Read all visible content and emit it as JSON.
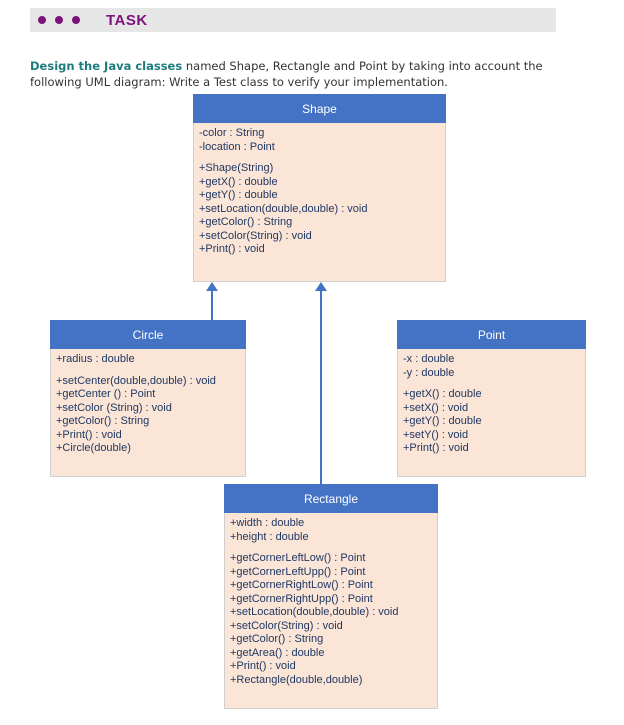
{
  "task_header": {
    "title": "TASK",
    "bullet_count": 3
  },
  "intro": {
    "highlight": "Design the Java classes",
    "text_after": " named Shape, Rectangle and Point by taking into account the following UML diagram: Write a Test class to verify your implementation."
  },
  "classes": [
    {
      "name": "Shape",
      "attributes": [
        "-color : String",
        "-location : Point"
      ],
      "methods": [
        "+Shape(String)",
        "+getX() : double",
        "+getY() : double",
        "+setLocation(double,double) : void",
        "+getColor() : String",
        "+setColor(String) : void",
        "+Print() : void"
      ]
    },
    {
      "name": "Circle",
      "attributes": [
        "+radius : double"
      ],
      "methods": [
        "+setCenter(double,double) : void",
        "+getCenter () : Point",
        "+setColor (String) : void",
        "+getColor() : String",
        "+Print() : void",
        "+Circle(double)"
      ]
    },
    {
      "name": "Point",
      "attributes": [
        "-x : double",
        "-y : double"
      ],
      "methods": [
        "+getX() : double",
        "+setX() : void",
        "+getY() : double",
        "+setY() : void",
        "+Print() : void"
      ]
    },
    {
      "name": "Rectangle",
      "attributes": [
        "+width : double",
        "+height : double"
      ],
      "methods": [
        "+getCornerLeftLow() : Point",
        "+getCornerLeftUpp() : Point",
        "+getCornerRightLow() : Point",
        "+getCornerRightUpp() : Point",
        "+setLocation(double,double) : void",
        "+setColor(String) : void",
        "+getColor() : String",
        "+getArea() : double",
        "+Print() : void",
        "+Rectangle(double,double)"
      ]
    }
  ],
  "relations": [
    {
      "from": "Circle",
      "to": "Shape",
      "type": "inheritance"
    },
    {
      "from": "Rectangle",
      "to": "Shape",
      "type": "inheritance"
    }
  ],
  "colors": {
    "class_header_blue": "#4472C4",
    "class_body_peach": "#FBE5D6",
    "class_text_navy": "#1F3864",
    "task_purple": "#7D117D",
    "highlight_teal": "#1F7C7C",
    "task_bar_gray": "#E6E6E6"
  }
}
